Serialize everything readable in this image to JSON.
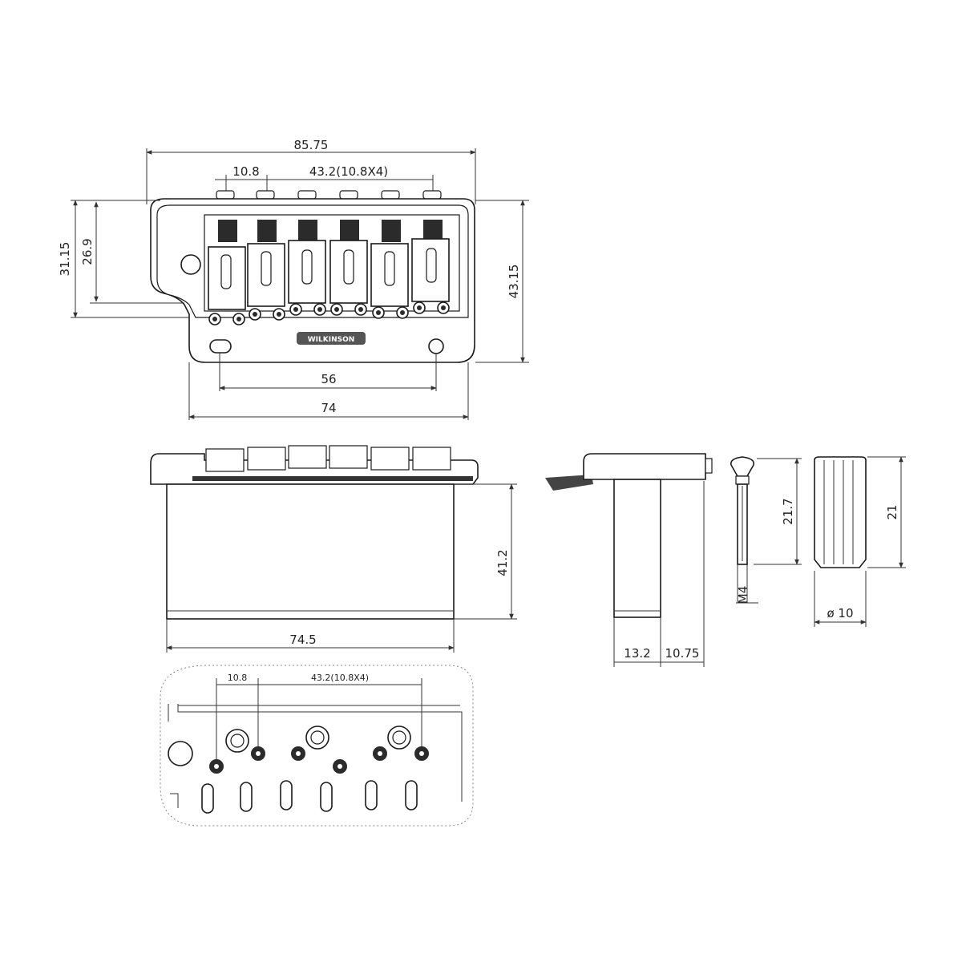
{
  "top_view": {
    "overall_width": "85.75",
    "first_spacing": "10.8",
    "string_spacing": "43.2(10.8X4)",
    "total_height": "31.15",
    "inner_height": "26.9",
    "right_height": "43.15",
    "mount_hole_spacing": "56",
    "base_width": "74",
    "logo": "WILKINSON"
  },
  "side_view": {
    "block_height": "41.2",
    "block_width": "74.5"
  },
  "profile_view": {
    "block_depth": "13.2",
    "offset": "10.75"
  },
  "screw": {
    "length": "21.7",
    "thread": "M4"
  },
  "bushing": {
    "length": "21",
    "diameter": "ø 10"
  },
  "template_view": {
    "first_spacing": "10.8",
    "string_spacing": "43.2(10.8X4)"
  }
}
